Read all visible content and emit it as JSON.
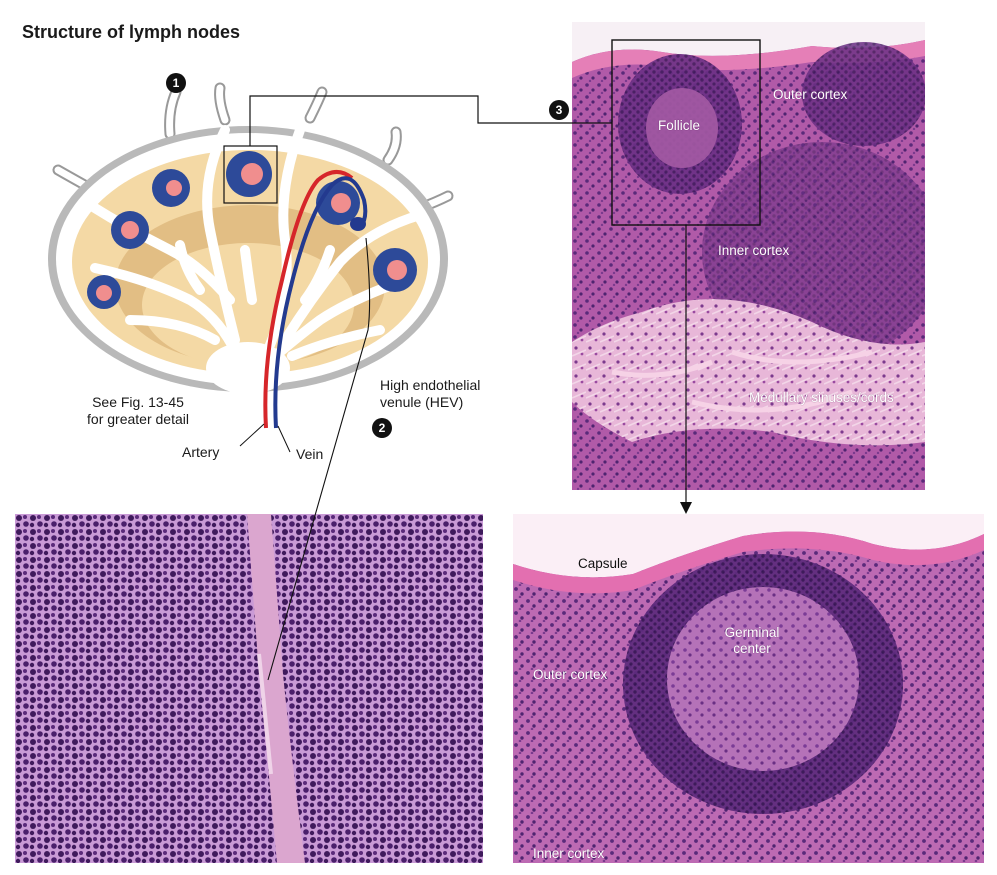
{
  "figure": {
    "title": "Structure of lymph nodes",
    "markers": {
      "m1": "1",
      "m2": "2",
      "m3": "3"
    },
    "diagram": {
      "see_fig_line1": "See Fig. 13-45",
      "see_fig_line2": "for greater detail",
      "artery": "Artery",
      "vein": "Vein",
      "hev_line1": "High endothelial",
      "hev_line2": "venule (HEV)"
    },
    "micrograph_low": {
      "follicle": "Follicle",
      "outer_cortex": "Outer cortex",
      "inner_cortex": "Inner cortex",
      "medullary": "Medullary sinuses/cords"
    },
    "micrograph_follicle": {
      "capsule": "Capsule",
      "germinal_line1": "Germinal",
      "germinal_line2": "center",
      "outer_cortex": "Outer cortex",
      "inner_cortex": "Inner cortex"
    }
  },
  "colors": {
    "capsule_gray": "#b9b9b9",
    "cortex_tan": "#f4d9a5",
    "inner_tan": "#e2be84",
    "follicle_blue": "#2d4a99",
    "germinal_pink": "#f08e8e",
    "artery_red": "#d6262a",
    "vein_blue": "#233a8f",
    "tissue_purple": "#b15aa8",
    "nucleus_dark": "#3f1a5c"
  }
}
